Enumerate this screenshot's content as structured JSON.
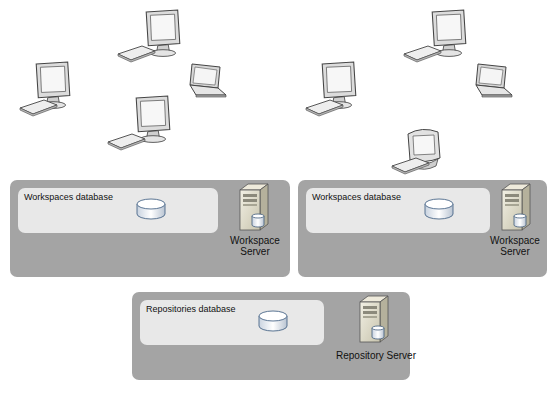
{
  "diagram": {
    "nodes": [
      {
        "text": [
          "Workspace Server"
        ]
      },
      {
        "text": [
          "Workspaces database"
        ],
        "in": 0
      },
      {
        "text": [
          "Workspace Server"
        ]
      },
      {
        "text": [
          "Workspaces database"
        ],
        "in": 2
      },
      {
        "text": [
          "Repository Server"
        ]
      },
      {
        "text": [
          "Repositories database"
        ],
        "in": 4
      }
    ]
  }
}
